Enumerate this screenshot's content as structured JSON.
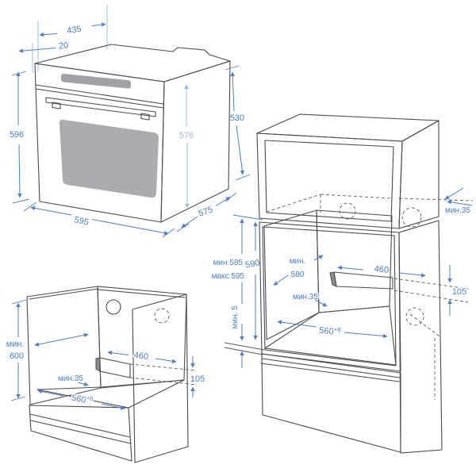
{
  "diagram": {
    "type": "built-in oven installation dimensions drawing",
    "colors": {
      "dimension_blue": "#4b7fca",
      "outline_gray": "#4a4a4f",
      "panel_light": "#e8e8ea",
      "panel_mid": "#c9c9cc",
      "panel_dark": "#b4b4b8",
      "display_gray": "#a0a0a5",
      "window_gray": "#ababb0"
    },
    "oven": {
      "labels": {
        "top_depth": "435",
        "front_offset": "20",
        "height": "596",
        "width": "595",
        "depth": "575",
        "body_height": "576",
        "rear_height": "530"
      }
    },
    "base_cabinet": {
      "labels": {
        "niche_height_min_line1": "мин.",
        "niche_height_min_line2": "600",
        "rear_clearance": "мин.35",
        "niche_width": "560",
        "niche_width_tolerance": "+8",
        "vent_slot_width": "460",
        "vent_slot_height": "105"
      }
    },
    "tall_cabinet": {
      "labels": {
        "top_vent_clearance": "мин.35",
        "niche_height_min": "мин.585",
        "niche_height_max": "макс.595",
        "niche_height": "590",
        "niche_depth_line1": "мин.",
        "niche_depth_line2": "580",
        "rear_clearance": "мин.35",
        "bottom_gap": "мин. 5",
        "niche_width": "560",
        "niche_width_tolerance": "+8",
        "vent_slot_width": "460",
        "vent_slot_height": "105"
      }
    }
  }
}
